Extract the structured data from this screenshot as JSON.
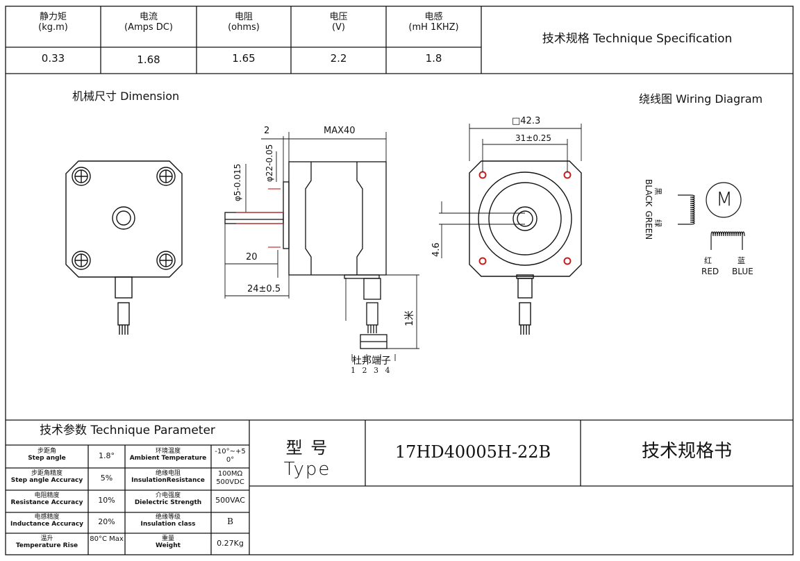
{
  "spec_table": {
    "headers": [
      {
        "cn": "静力矩",
        "en": "(kg.m)"
      },
      {
        "cn": "电流",
        "en": "(Amps DC)"
      },
      {
        "cn": "电阻",
        "en": "(ohms)"
      },
      {
        "cn": "电压",
        "en": "(V)"
      },
      {
        "cn": "电感",
        "en": "(mH   1KHZ)"
      }
    ],
    "values": [
      "0.33",
      "1.68",
      "1.65",
      "2.2",
      "1.8"
    ],
    "title": "技术规格 Technique Specification"
  },
  "dimension_title": "机械尺寸 Dimension",
  "wiring_title": "绕线图 Wiring Diagram",
  "dims": {
    "flange_gap": "2",
    "max_len": "MAX40",
    "boss_dia": "φ22-0.05",
    "shaft_dia": "φ5-0.015",
    "shaft_len": "20",
    "total_shaft": "24±0.5",
    "square": "□42.3",
    "hole_pitch": "31±0.25",
    "flat": "4.6",
    "lead_len": "1米",
    "connector": "杜邦端子",
    "pins": "1  2  3  4"
  },
  "wiring": {
    "black_cn": "黑",
    "black_en": "BLACK",
    "green_cn": "绿",
    "green_en": "GREEN",
    "red_cn": "红",
    "red_en": "RED",
    "blue_cn": "蓝",
    "blue_en": "BLUE",
    "motor_label": "M"
  },
  "param_table": {
    "title": "技术参数 Technique Parameter",
    "rows": [
      {
        "l_cn": "步距角",
        "l_en": "Step angle",
        "l_val": "1.8°",
        "r_cn": "环境温度",
        "r_en": "Ambient Temperature",
        "r_val": "-10°~+50°"
      },
      {
        "l_cn": "步距角精度",
        "l_en": "Step angle Accuracy",
        "l_val": "5%",
        "r_cn": "绝缘电阻",
        "r_en": "InsulationResistance",
        "r_val": "100MΩ 500VDC"
      },
      {
        "l_cn": "电阻精度",
        "l_en": "Resistance Accuracy",
        "l_val": "10%",
        "r_cn": "介电强度",
        "r_en": "Dielectric Strength",
        "r_val": "500VAC"
      },
      {
        "l_cn": "电感精度",
        "l_en": "Inductance Accuracy",
        "l_val": "20%",
        "r_cn": "绝缘等级",
        "r_en": "Insulation class",
        "r_val": "B"
      },
      {
        "l_cn": "温升",
        "l_en": "Temperature Rise",
        "l_val": "80°C Max",
        "r_cn": "重量",
        "r_en": "Weight",
        "r_val": "0.27Kg"
      }
    ]
  },
  "type_block": {
    "label_cn": "型  号",
    "label_en": "Type",
    "model": "17HD40005H-22B",
    "doc_title": "技术规格书"
  }
}
